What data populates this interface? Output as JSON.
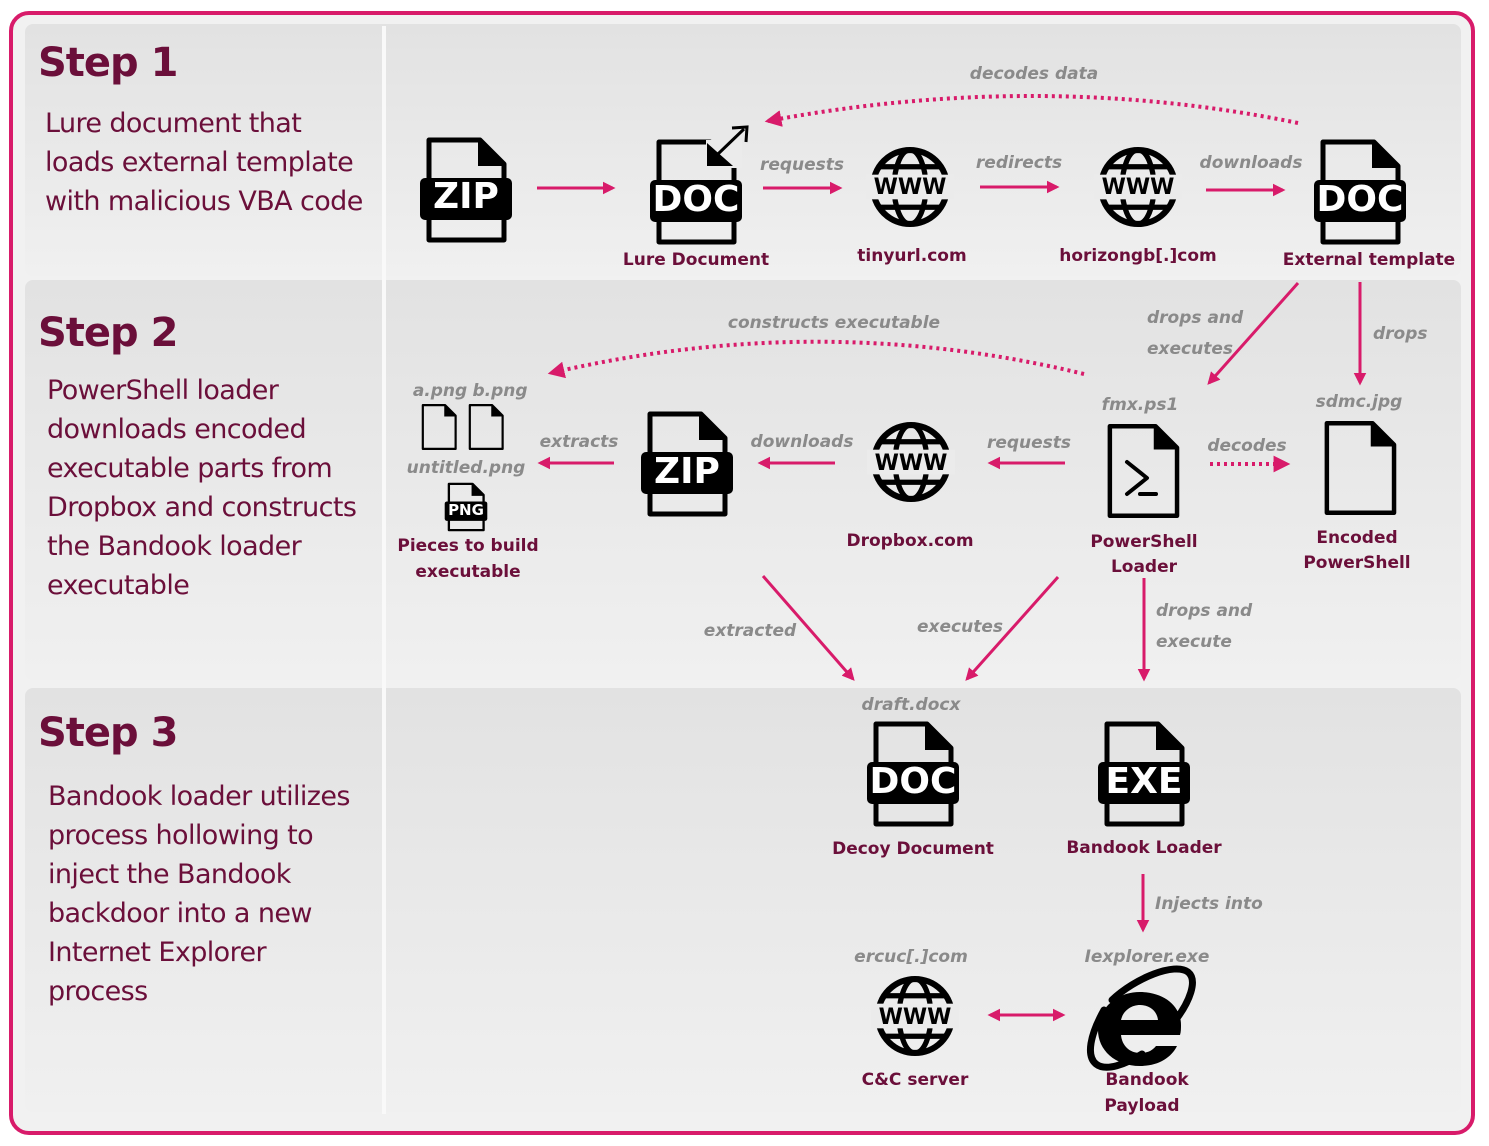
{
  "colors": {
    "accent": "#d81b6a",
    "title": "#6b0f3a",
    "edge_label": "#8a8a8a",
    "icon": "#000000"
  },
  "steps": [
    {
      "title": "Step 1",
      "lines": [
        "Lure document that",
        "loads external template",
        "with malicious VBA code"
      ]
    },
    {
      "title": "Step 2",
      "lines": [
        "PowerShell loader",
        "downloads encoded",
        "executable parts from",
        "Dropbox and constructs",
        "the Bandook loader",
        "executable"
      ]
    },
    {
      "title": "Step 3",
      "lines": [
        "Bandook loader utilizes",
        "process hollowing to",
        "inject the Bandook",
        "backdoor into a new",
        "Internet Explorer",
        "process"
      ]
    }
  ],
  "nodes": {
    "zip1": {
      "icon": "zip-file-icon",
      "badge": "ZIP"
    },
    "lure_doc": {
      "icon": "doc-file-external-icon",
      "badge": "DOC",
      "label": "Lure Document"
    },
    "tinyurl": {
      "icon": "www-globe-icon",
      "badge": "WWW",
      "label": "tinyurl.com"
    },
    "horizongb": {
      "icon": "www-globe-icon",
      "badge": "WWW",
      "label": "horizongb[.]com"
    },
    "ext_template": {
      "icon": "doc-file-icon",
      "badge": "DOC",
      "label": "External template"
    },
    "pieces": {
      "files": [
        "a.png",
        "b.png"
      ],
      "file2": "untitled.png",
      "badge": "PNG",
      "label_lines": [
        "Pieces to build",
        "executable"
      ]
    },
    "zip2": {
      "icon": "zip-file-icon",
      "badge": "ZIP"
    },
    "dropbox": {
      "icon": "www-globe-icon",
      "badge": "WWW",
      "label": "Dropbox.com"
    },
    "ps_loader": {
      "icon": "powershell-file-icon",
      "filename": "fmx.ps1",
      "label_lines": [
        "PowerShell",
        "Loader"
      ]
    },
    "encoded_ps": {
      "icon": "blank-file-icon",
      "filename": "sdmc.jpg",
      "label_lines": [
        "Encoded",
        "PowerShell"
      ]
    },
    "decoy_doc": {
      "icon": "doc-file-icon",
      "badge": "DOC",
      "filename": "draft.docx",
      "label": "Decoy Document"
    },
    "bandook_loader": {
      "icon": "exe-file-icon",
      "badge": "EXE",
      "label": "Bandook Loader"
    },
    "cnc": {
      "icon": "www-globe-icon",
      "badge": "WWW",
      "filename": "ercuc[.]com",
      "label": "C&C server"
    },
    "payload": {
      "icon": "internet-explorer-icon",
      "filename": "Iexplorer.exe",
      "label_lines": [
        "Bandook",
        "Payload"
      ]
    }
  },
  "edges": {
    "decodes_data": "decodes data",
    "requests1": "requests",
    "redirects": "redirects",
    "downloads1": "downloads",
    "drops_and_executes": [
      "drops and",
      "executes"
    ],
    "drops": "drops",
    "constructs_executable": "constructs executable",
    "extracts": "extracts",
    "downloads2": "downloads",
    "requests2": "requests",
    "decodes": "decodes",
    "extracted": "extracted",
    "executes": "executes",
    "drops_and_execute": [
      "drops and",
      "execute"
    ],
    "injects_into": "Injects into"
  }
}
